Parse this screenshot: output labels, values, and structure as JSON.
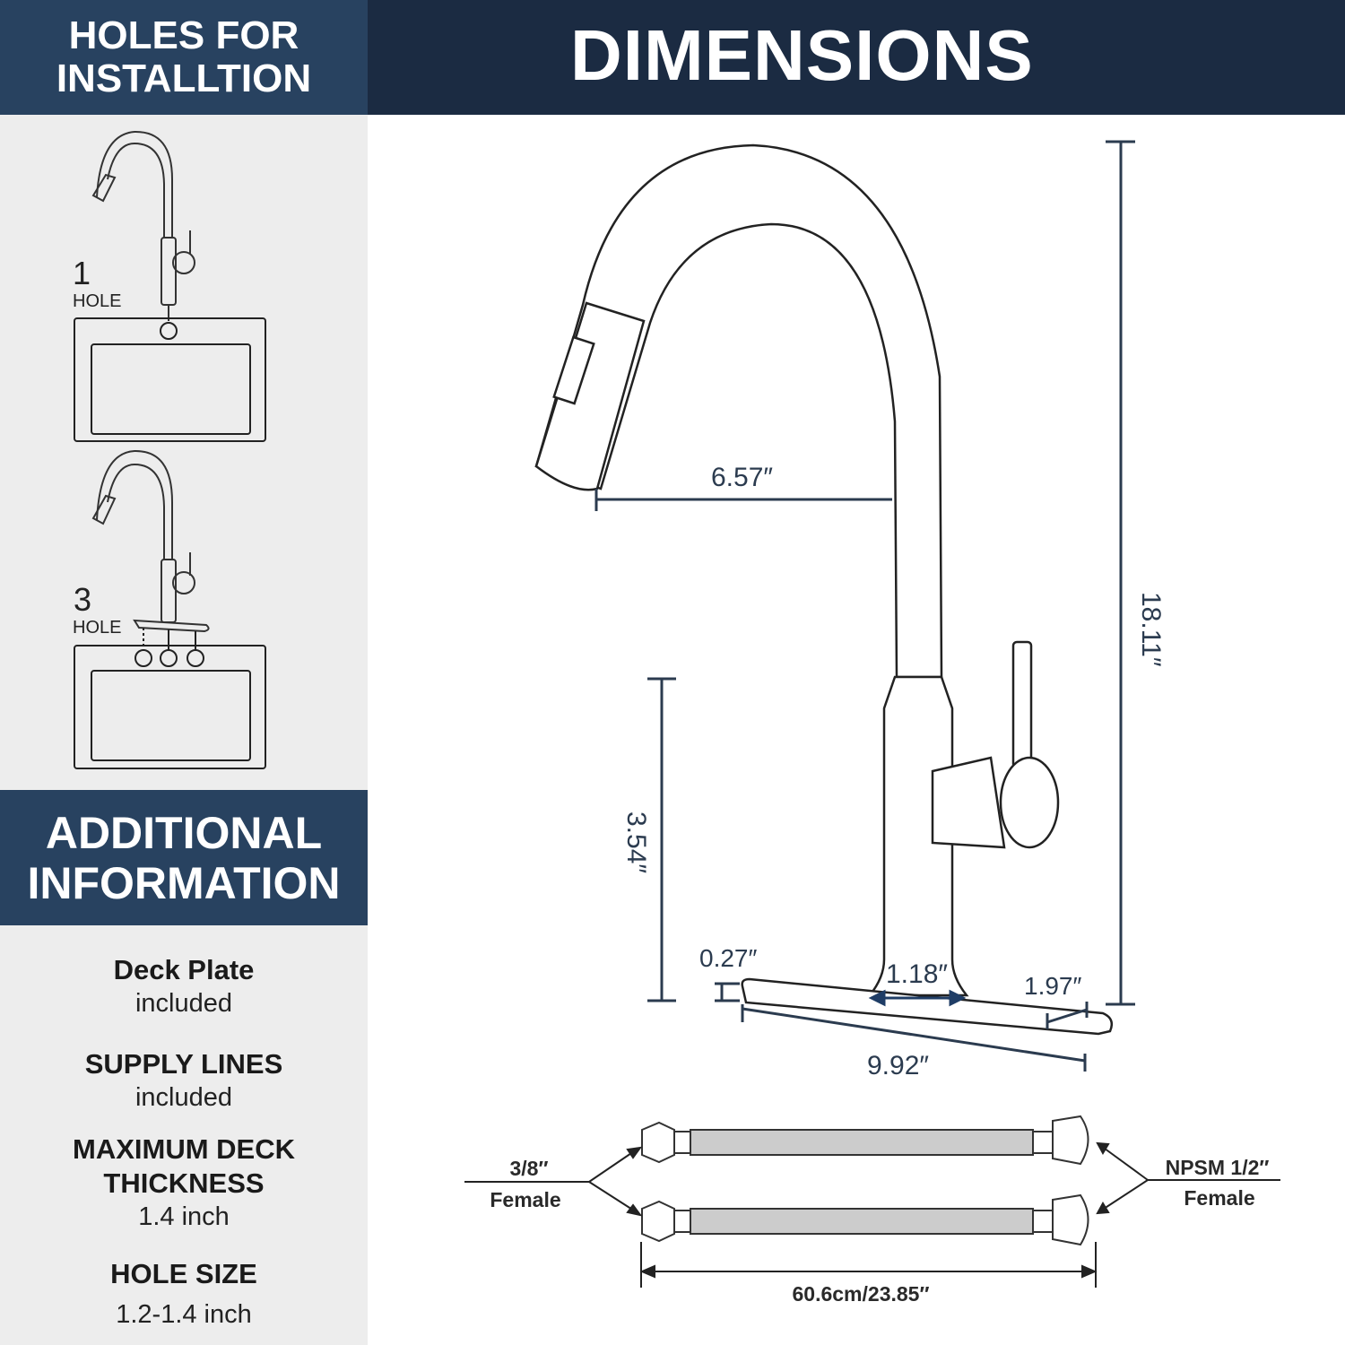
{
  "left_panel": {
    "holes_header": [
      "HOLES FOR",
      "INSTALLTION"
    ],
    "options": [
      {
        "number": "1",
        "label": "HOLE"
      },
      {
        "number": "3",
        "label": "HOLE"
      }
    ],
    "additional_header": [
      "ADDITIONAL",
      "INFORMATION"
    ],
    "info": [
      {
        "title": "Deck Plate",
        "value": "included"
      },
      {
        "title": "SUPPLY LINES",
        "value": "included"
      },
      {
        "title": "MAXIMUM DECK",
        "title2": "THICKNESS",
        "value": "1.4 inch"
      },
      {
        "title": "HOLE SIZE",
        "value": "1.2-1.4 inch"
      }
    ]
  },
  "main": {
    "title": "DIMENSIONS",
    "dimensions": {
      "spout_reach": "6.57″",
      "total_height": "18.11″",
      "base_height": "3.54″",
      "plate_thickness": "0.27″",
      "base_diameter": "1.18″",
      "plate_width": "1.97″",
      "plate_length": "9.92″"
    },
    "supply_lines": {
      "left_label": [
        "3/8″",
        "Female"
      ],
      "right_label": [
        "NPSM 1/2″",
        "Female"
      ],
      "length": "60.6cm/23.85″"
    }
  },
  "colors": {
    "header_left": "#284260",
    "header_top": "#1b2b42",
    "panel_bg": "#ededed",
    "dimension_line": "#2b3b4f"
  }
}
